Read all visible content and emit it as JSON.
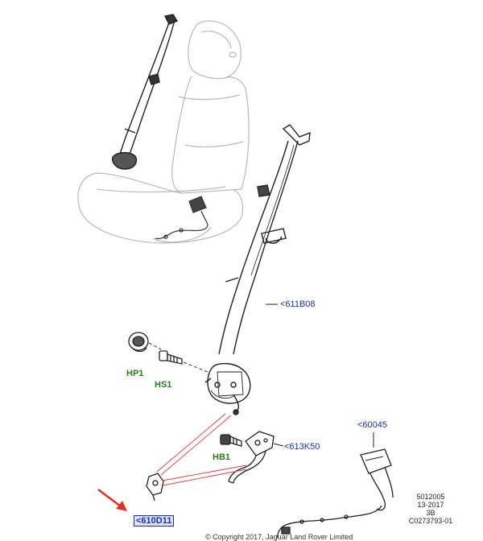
{
  "callouts": {
    "part_611B08": "<611B08",
    "code_HP1": "HP1",
    "code_HS1": "HS1",
    "part_60045": "<60045",
    "part_613K50": "<613K50",
    "code_HB1": "HB1",
    "part_610D11": "<610D11"
  },
  "meta": {
    "line1": "5012005",
    "line2": "13-2017",
    "line3": "3B",
    "line4": "C0273793-01"
  },
  "footer": {
    "copyright": "© Copyright 2017, Jaguar Land Rover Limited"
  },
  "colors": {
    "line_art": "#222222",
    "seat_outline": "#b8b8b8",
    "leader_red": "#e23b3b",
    "arrow_red": "#e0302a",
    "part_label": "#1a2bbf",
    "code_label": "#2a7a1f"
  }
}
